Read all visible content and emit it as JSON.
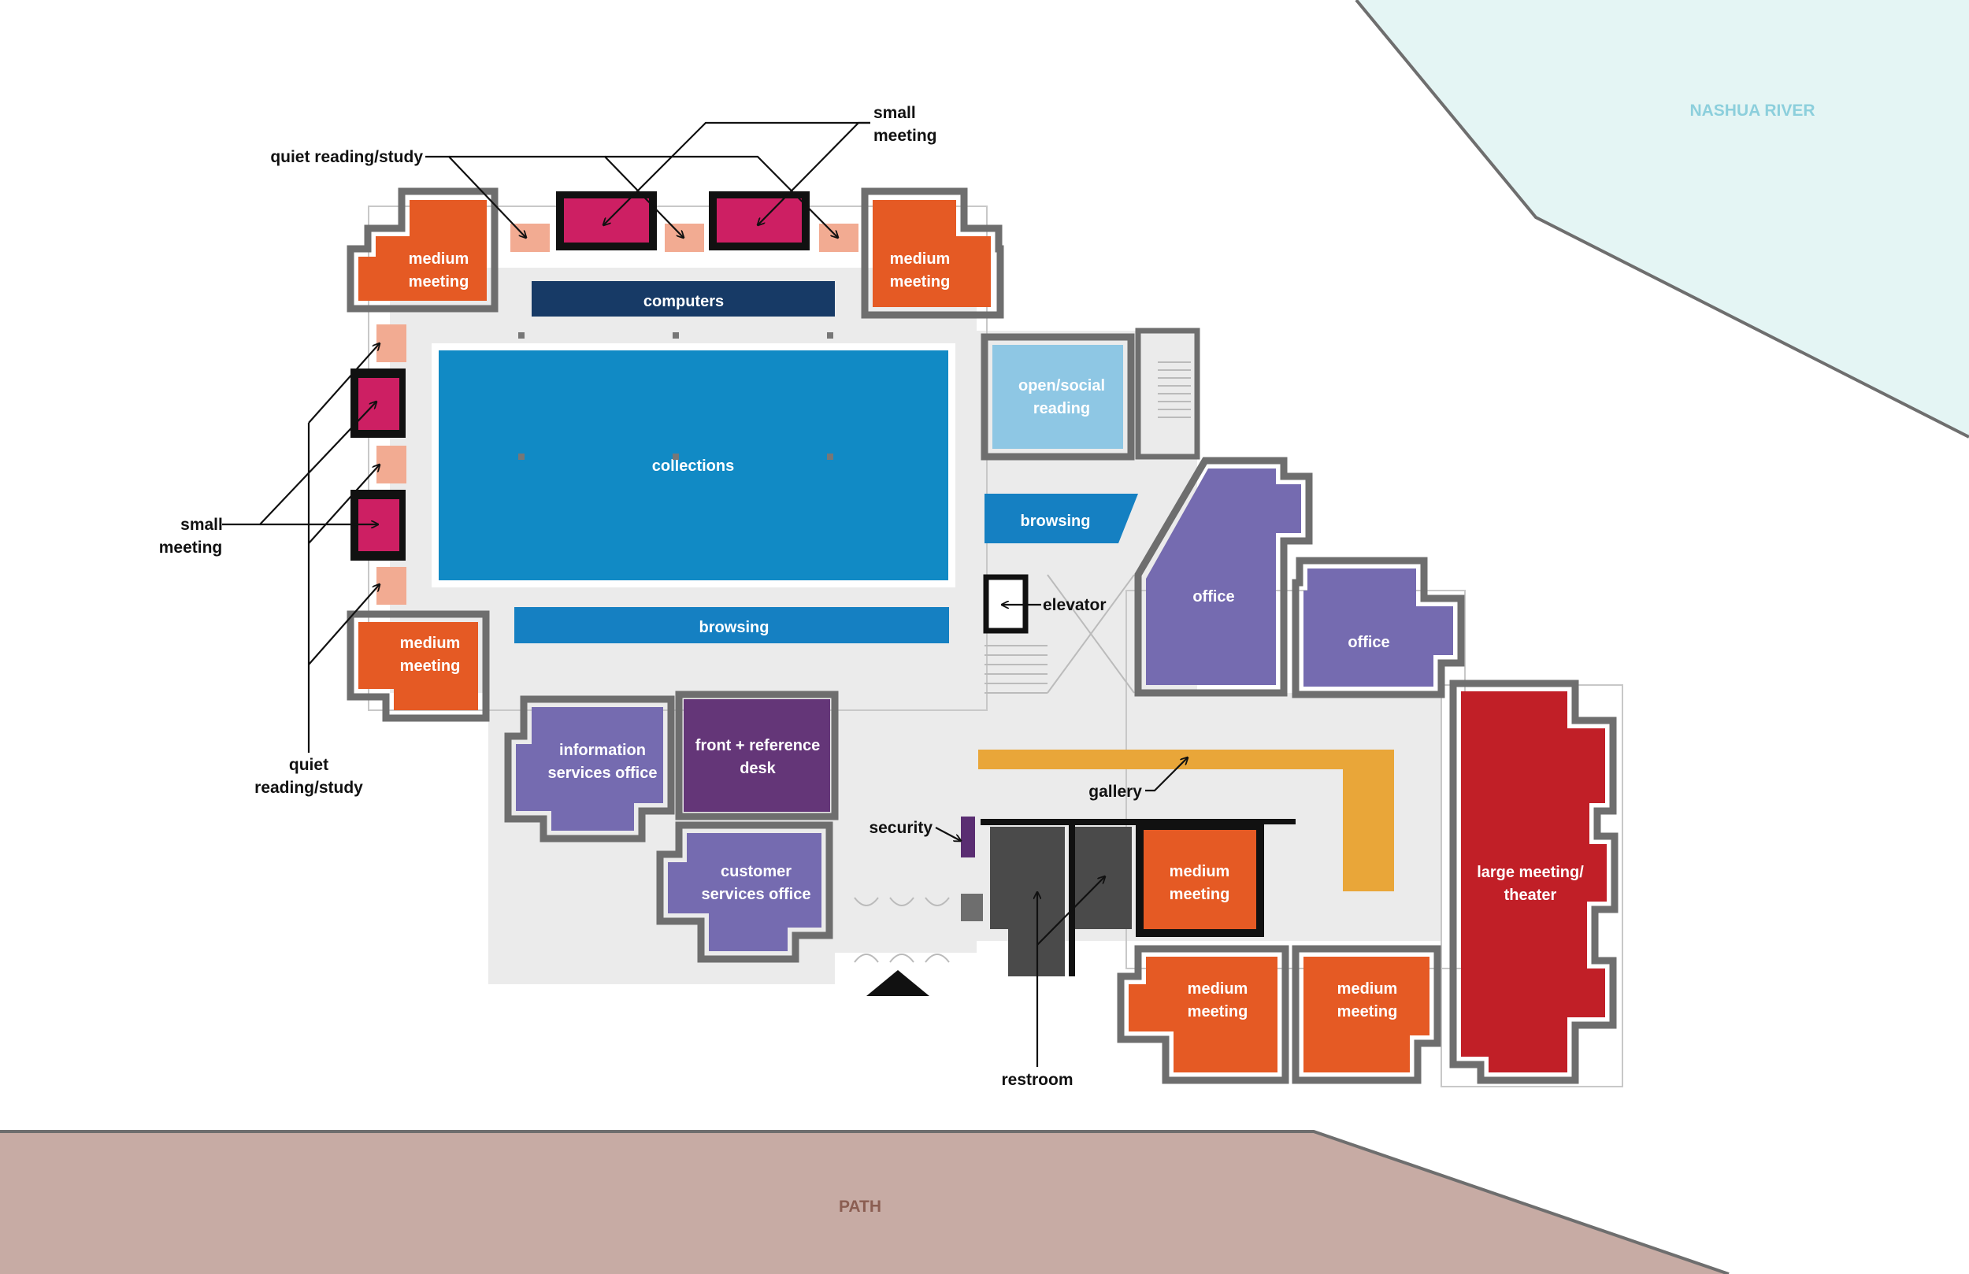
{
  "colors": {
    "medium_meeting": "#e55a24",
    "small_meeting": "#cd1f63",
    "quiet_reading": "#f2ab92",
    "computers": "#173a66",
    "collections": "#118ac5",
    "browsing": "#1580c2",
    "open_social": "#8ec7e4",
    "office": "#756bb0",
    "front_desk": "#643678",
    "gallery": "#e9a639",
    "large_meeting": "#c11f27",
    "restroom": "#4a4a4a",
    "security": "#5a2d72",
    "floor": "#ebebeb",
    "river": "#e4f5f4",
    "path": "#c7aba4"
  },
  "areas": {
    "river": "NASHUA RIVER",
    "path": "PATH"
  },
  "rooms": {
    "medium_meeting_nw": [
      "medium",
      "meeting"
    ],
    "medium_meeting_ne": [
      "medium",
      "meeting"
    ],
    "medium_meeting_w": [
      "medium",
      "meeting"
    ],
    "medium_meeting_s1": [
      "medium",
      "meeting"
    ],
    "medium_meeting_s2": [
      "medium",
      "meeting"
    ],
    "medium_meeting_s3": [
      "medium",
      "meeting"
    ],
    "computers": "computers",
    "collections": "collections",
    "browsing_main": "browsing",
    "browsing_east": "browsing",
    "open_social": [
      "open/social",
      "reading"
    ],
    "office_1": "office",
    "office_2": "office",
    "information_services": [
      "information",
      "services office"
    ],
    "front_reference": [
      "front + reference",
      "desk"
    ],
    "customer_services": [
      "customer",
      "services office"
    ],
    "large_meeting": [
      "large meeting/",
      "theater"
    ]
  },
  "callouts": {
    "small_meeting_top": [
      "small",
      "meeting"
    ],
    "quiet_reading_top": "quiet reading/study",
    "small_meeting_left": [
      "small",
      "meeting"
    ],
    "quiet_reading_left": [
      "quiet",
      "reading/study"
    ],
    "elevator": "elevator",
    "gallery": "gallery",
    "security": "security",
    "restroom": "restroom"
  }
}
